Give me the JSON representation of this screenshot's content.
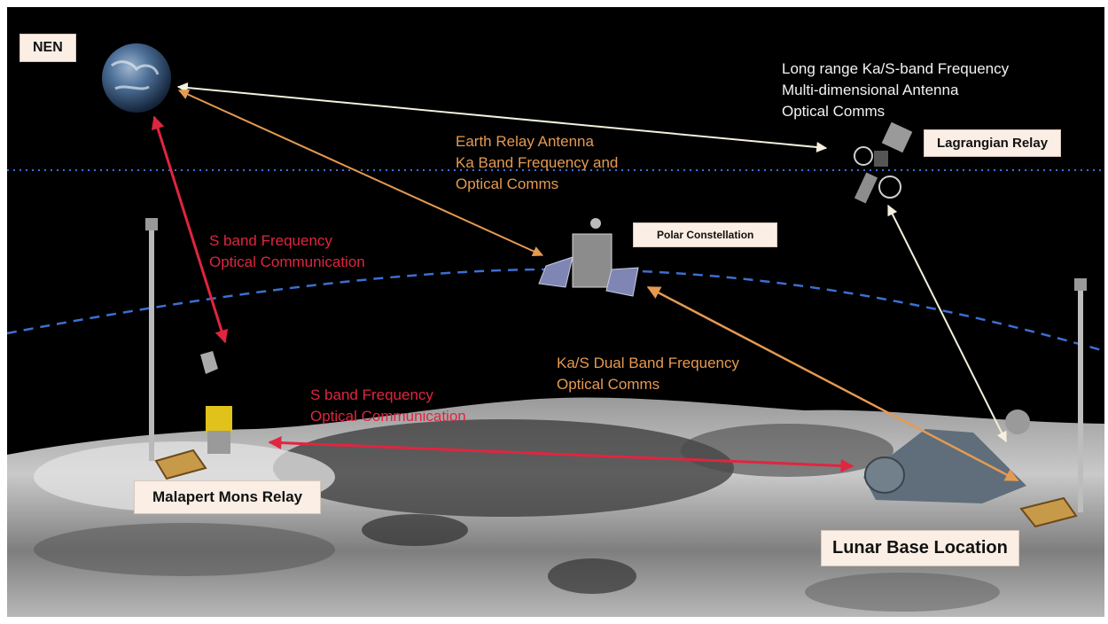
{
  "labels": {
    "nen": "NEN",
    "lagrangian_relay": "Lagrangian Relay",
    "polar_constellation": "Polar Constellation",
    "malapert_mons_relay": "Malapert Mons Relay",
    "lunar_base_location": "Lunar Base Location"
  },
  "annotations": {
    "lagrangian_capabilities": [
      "Long range Ka/S-band Frequency",
      "Multi-dimensional Antenna",
      "Optical Comms"
    ],
    "earth_relay": [
      "Earth Relay Antenna",
      "Ka Band Frequency and",
      "Optical Comms"
    ],
    "earth_to_malapert": [
      "S band Frequency",
      "Optical Communication"
    ],
    "malapert_to_base": [
      "S band Frequency",
      "Optical Communication"
    ],
    "polar_to_base": [
      "Ka/S Dual Band Frequency",
      "Optical Comms"
    ]
  },
  "colors": {
    "white_link": "#f4f0dc",
    "orange_link": "#e59a52",
    "red_link": "#e0253f",
    "dotted_orbit": "#3f6fd6",
    "dashed_horizon": "#3c6fd2",
    "label_fill": "#fbeee4"
  }
}
